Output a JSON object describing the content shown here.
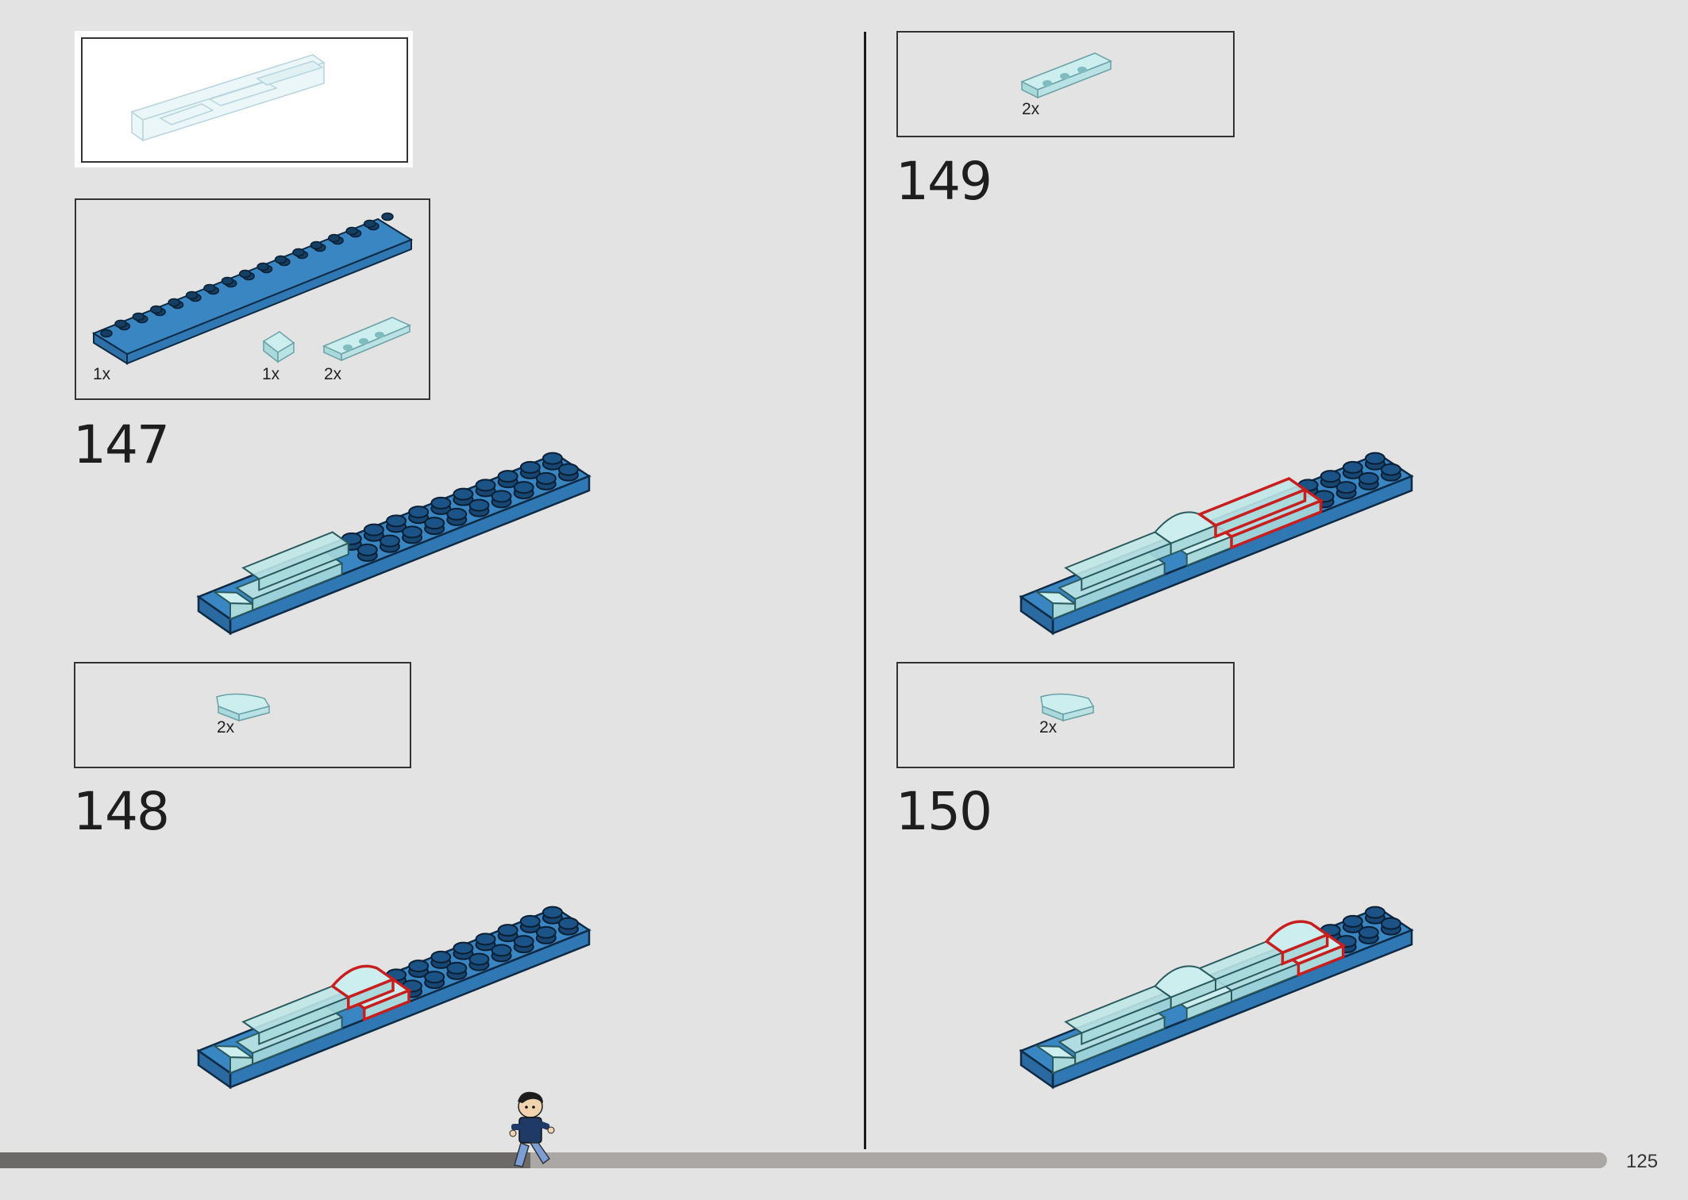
{
  "progress": {
    "fraction": 0.33
  },
  "page_number": "125",
  "steps": [
    {
      "number": "147",
      "parts": [
        {
          "qty": "1x",
          "icon": "blue-plate-2x16"
        },
        {
          "qty": "1x",
          "icon": "trans-slope-1x1"
        },
        {
          "qty": "2x",
          "icon": "trans-plate-1x4"
        }
      ]
    },
    {
      "number": "148",
      "parts": [
        {
          "qty": "2x",
          "icon": "trans-curved-slope"
        }
      ]
    },
    {
      "number": "149",
      "parts": [
        {
          "qty": "2x",
          "icon": "trans-plate-1x4"
        }
      ]
    },
    {
      "number": "150",
      "parts": [
        {
          "qty": "2x",
          "icon": "trans-curved-slope"
        }
      ]
    }
  ],
  "colors": {
    "background": "#e4e3e3",
    "brick_blue": "#3a86c2",
    "trans_light_blue": "#bfe6e6",
    "highlight_red": "#c81e1e",
    "progress_fill": "#6b6a68",
    "progress_track": "#aaa7a5"
  }
}
